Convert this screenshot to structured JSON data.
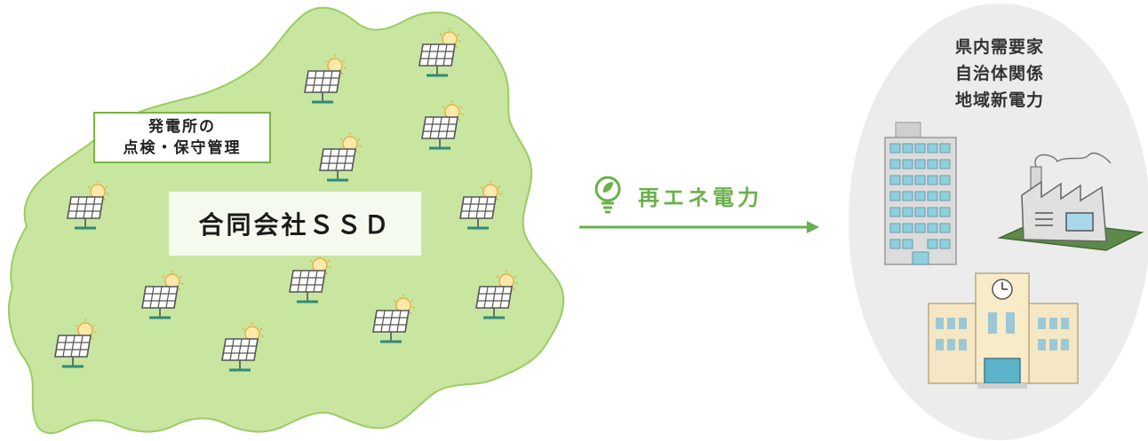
{
  "region": {
    "maintenance_label_line1": "発電所の",
    "maintenance_label_line2": "点検・保守管理",
    "company_name": "合同会社ＳＳＤ"
  },
  "flow": {
    "label": "再エネ電力",
    "icon": "leaf-bulb-icon"
  },
  "consumers": {
    "lines": [
      "県内需要家",
      "自治体関係",
      "地域新電力"
    ]
  },
  "colors": {
    "region_fill": "#c8e6a0",
    "region_stroke": "#8bc34a",
    "accent_green": "#6ab04c",
    "consumer_bg": "#ececec"
  }
}
